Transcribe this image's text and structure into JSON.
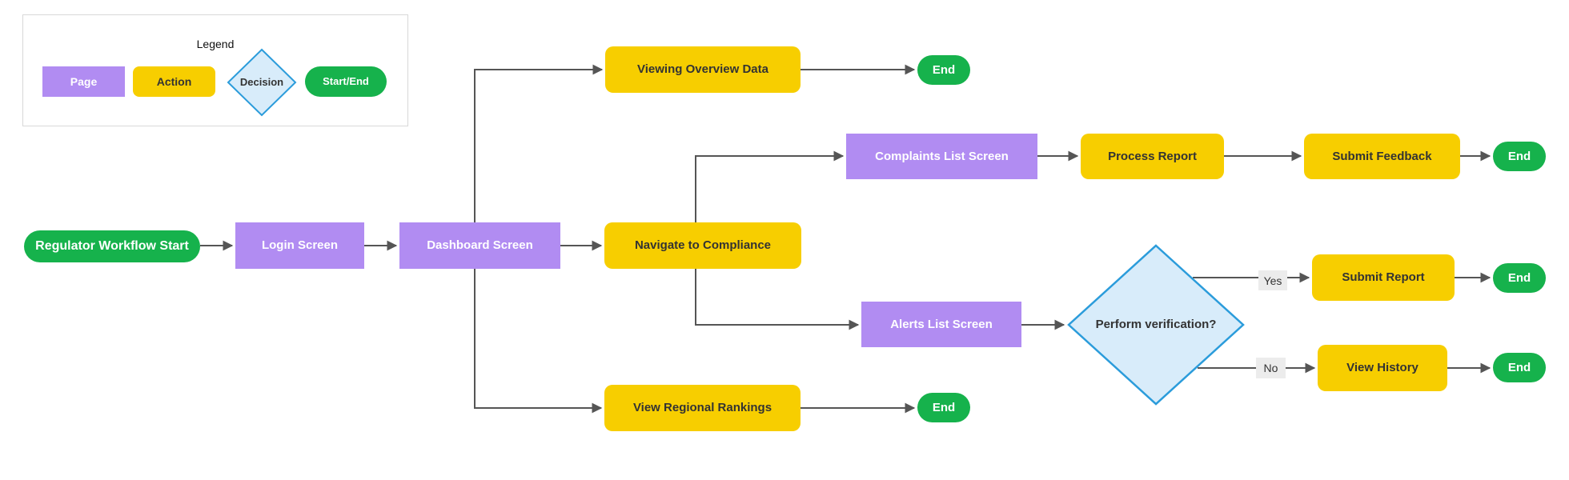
{
  "diagram": {
    "legend": {
      "title": "Legend",
      "items": [
        {
          "label": "Page",
          "type": "page"
        },
        {
          "label": "Action",
          "type": "action"
        },
        {
          "label": "Decision",
          "type": "decision"
        },
        {
          "label": "Start/End",
          "type": "start-end"
        }
      ]
    },
    "nodes": {
      "start": "Regulator Workflow Start",
      "login": "Login Screen",
      "dashboard": "Dashboard Screen",
      "overview": "Viewing Overview Data",
      "navigate": "Navigate to Compliance",
      "rankings": "View Regional Rankings",
      "complaints": "Complaints List Screen",
      "process": "Process Report",
      "feedback": "Submit Feedback",
      "alerts": "Alerts List Screen",
      "decision": "Perform verification?",
      "submit_report": "Submit Report",
      "view_history": "View History",
      "end": "End"
    },
    "edge_labels": {
      "yes": "Yes",
      "no": "No"
    },
    "colors": {
      "page": "#B18CF2",
      "action": "#F7CE00",
      "decision_fill": "#D8ECFA",
      "decision_border": "#2B9CDB",
      "start_end": "#16B24C",
      "connector": "#555555",
      "edge_label_bg": "#ECECEC",
      "text_dark": "#333333"
    }
  }
}
